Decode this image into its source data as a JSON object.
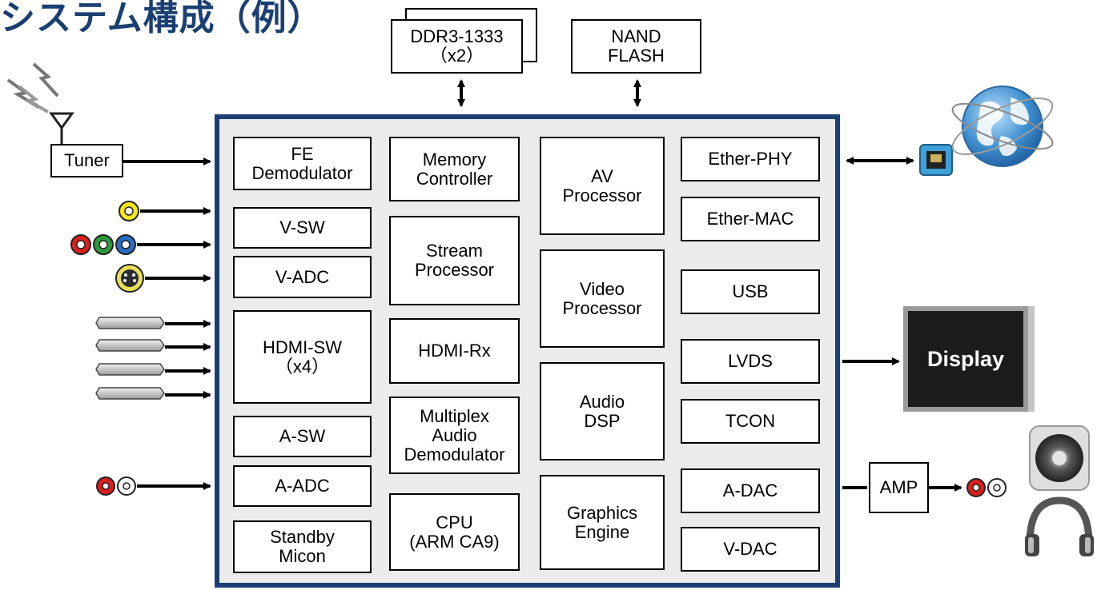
{
  "title": "システム構成（例）",
  "external_blocks": {
    "ddr3": "DDR3-1333\n（x2）",
    "nand": "NAND\nFLASH",
    "tuner": "Tuner",
    "amp": "AMP",
    "display": "Display"
  },
  "soc_blocks": {
    "col1": [
      "FE\nDemodulator",
      "V-SW",
      "V-ADC",
      "HDMI-SW\n（x4）",
      "A-SW",
      "A-ADC",
      "Standby\nMicon"
    ],
    "col2": [
      "Memory\nController",
      "Stream\nProcessor",
      "HDMI-Rx",
      "Multiplex\nAudio\nDemodulator",
      "CPU\n(ARM CA9)"
    ],
    "col3": [
      "AV\nProcessor",
      "Video\nProcessor",
      "Audio\nDSP",
      "Graphics\nEngine"
    ],
    "col4": [
      "Ether-PHY",
      "Ether-MAC",
      "USB",
      "LVDS",
      "TCON",
      "A-DAC",
      "V-DAC"
    ]
  },
  "colors": {
    "soc_border": "#1b3f73",
    "soc_fill": "#ebebeb",
    "rca_yellow": "#f4e61c",
    "rca_red": "#d81e1e",
    "rca_green": "#2f9a3c",
    "rca_blue": "#2a6cc4",
    "globe": "#3f8fd0"
  },
  "icons": [
    "antenna-icon",
    "rca-jack-icon",
    "s-video-icon",
    "hdmi-connector-icon",
    "ethernet-port-icon",
    "globe-icon",
    "speaker-icon",
    "headphones-icon"
  ]
}
